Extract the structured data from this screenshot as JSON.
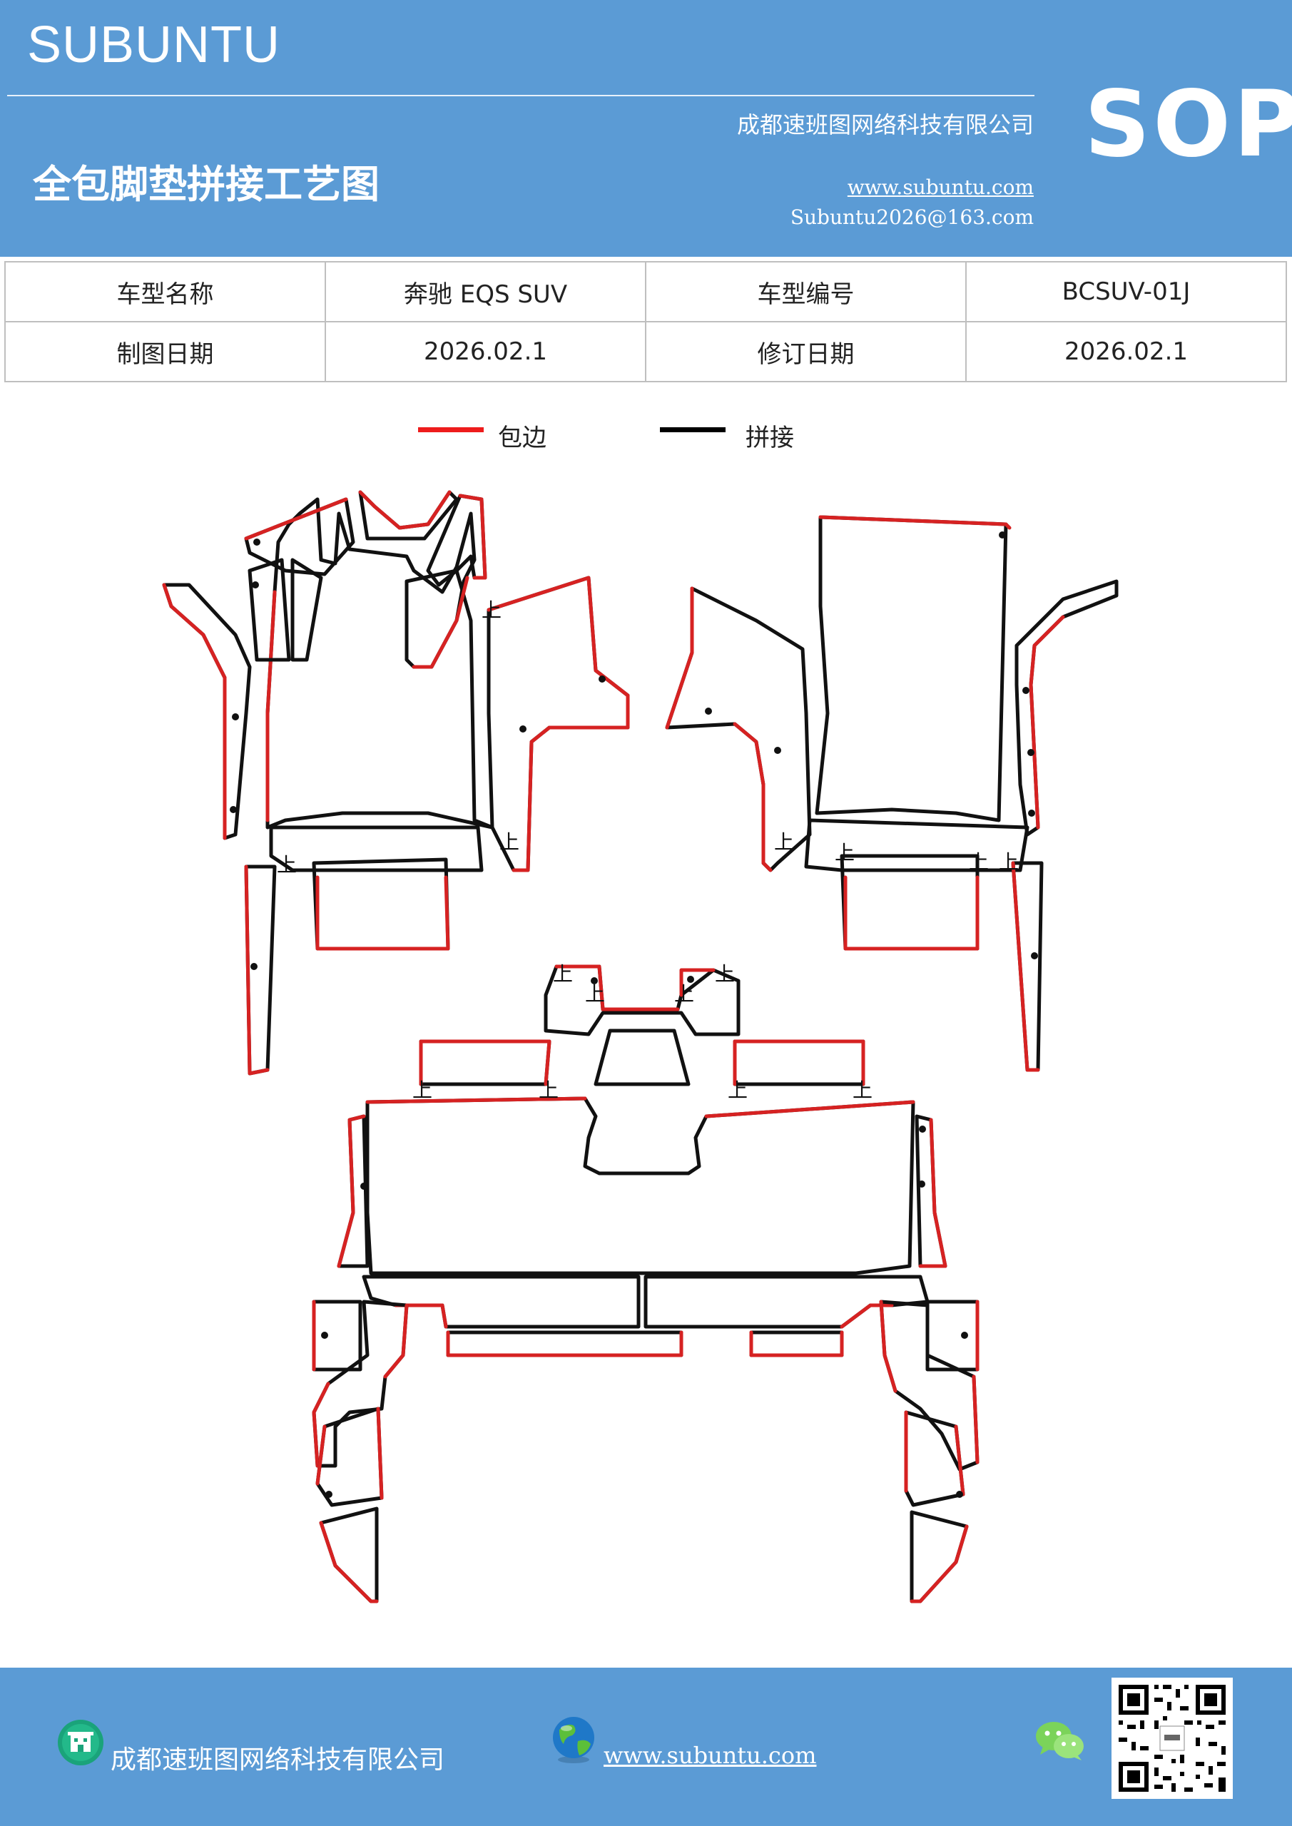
{
  "header": {
    "brand": "SUBUNTU",
    "company": "成都速班图网络科技有限公司",
    "title": "全包脚垫拼接工艺图",
    "website": "www.subuntu.com",
    "email": "Subuntu2026@163.com",
    "tag": "SOP"
  },
  "info_table": {
    "rows": [
      [
        "车型名称",
        "奔驰 EQS  SUV",
        "车型编号",
        "BCSUV-01J"
      ],
      [
        "制图日期",
        "2026.02.1",
        "修订日期",
        "2026.02.1"
      ]
    ]
  },
  "legend": {
    "items": [
      {
        "label": "包边",
        "color": "#ee1c1c"
      },
      {
        "label": "拼接",
        "color": "#000000"
      }
    ]
  },
  "diagram": {
    "outline_colors": {
      "edge_binding": "#d62222",
      "joint": "#111111"
    },
    "marker_glyph": "上"
  },
  "footer": {
    "company": "成都速班图网络科技有限公司",
    "website": "www.subuntu.com ",
    "icons": [
      "building-icon",
      "globe-icon",
      "wechat-icon",
      "qr-code"
    ]
  },
  "colors": {
    "brand_blue": "#5b9bd5",
    "text": "#222222"
  }
}
